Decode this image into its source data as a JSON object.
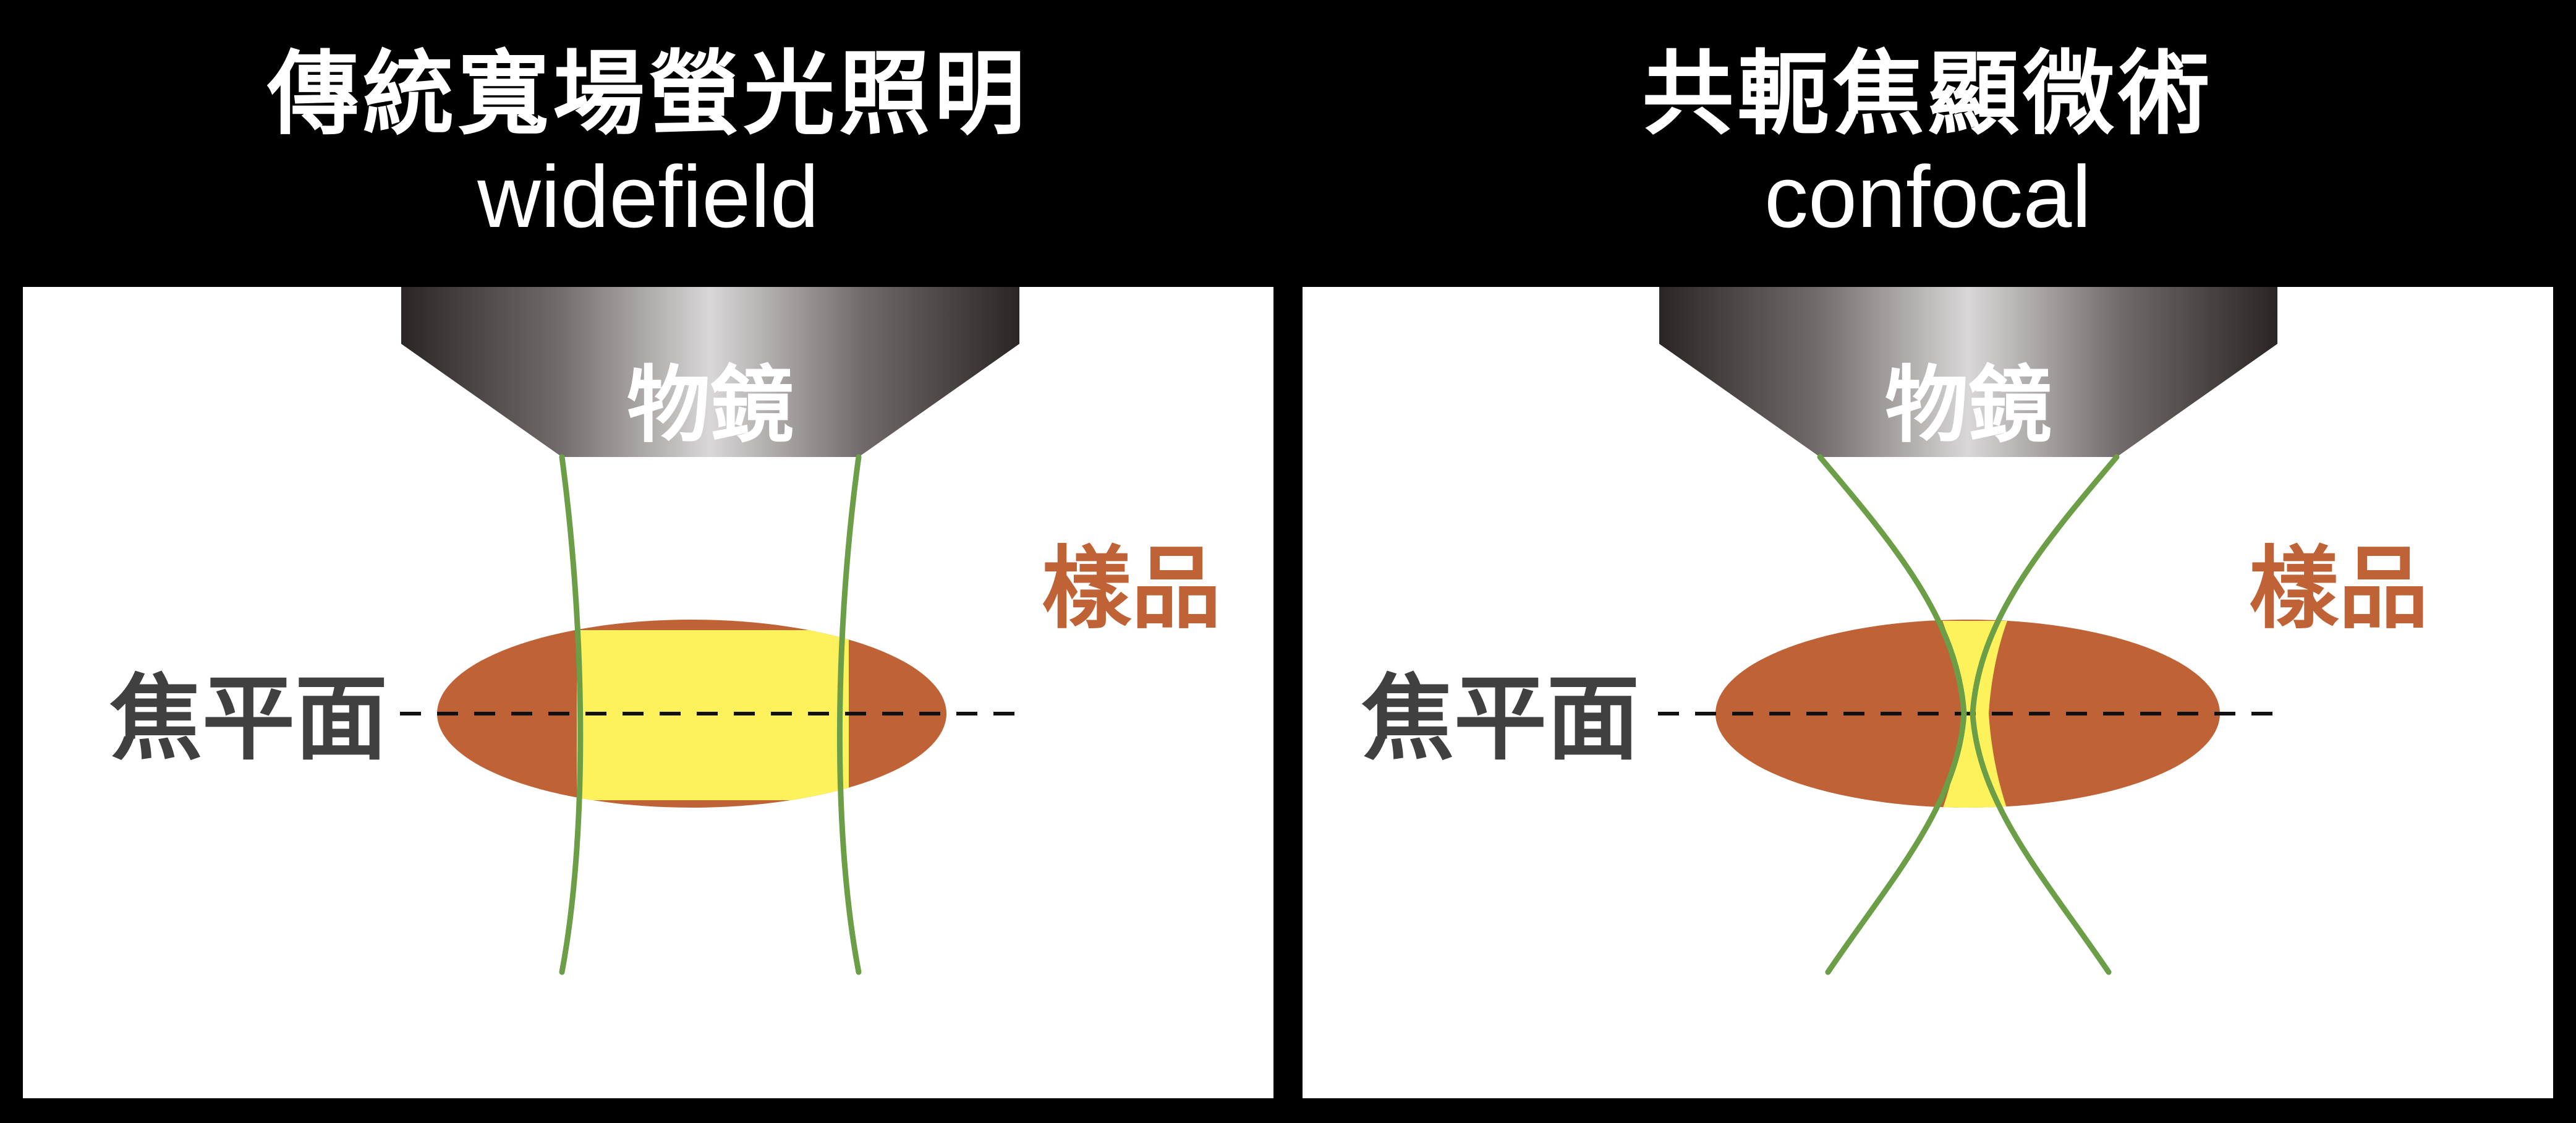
{
  "panels": [
    {
      "title_zh": "傳統寬場螢光照明",
      "title_en": "widefield",
      "objective_label": "物鏡",
      "sample_label": "樣品",
      "focal_plane_label": "焦平面",
      "beam_shape": "parallel"
    },
    {
      "title_zh": "共軛焦顯微術",
      "title_en": "confocal",
      "objective_label": "物鏡",
      "sample_label": "樣品",
      "focal_plane_label": "焦平面",
      "beam_shape": "focused"
    }
  ],
  "colors": {
    "background": "#000000",
    "panel": "#ffffff",
    "sample": "#bf6236",
    "illuminated_region": "#fef25c",
    "beam": "#6b9e46",
    "label_dark": "#404040",
    "label_sample": "#bf6236"
  }
}
